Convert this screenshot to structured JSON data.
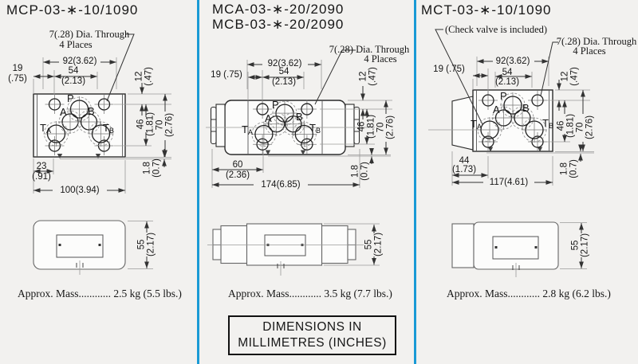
{
  "page": {
    "background": "#f2f1ef",
    "divider_color": "#1a9ad5"
  },
  "ports": {
    "p": "P",
    "a": "A",
    "b": "B",
    "t": "T",
    "sub_a": "A",
    "sub_b": "B"
  },
  "columns": [
    {
      "titles": [
        "MCP-03-∗-10/1090"
      ],
      "note": "",
      "callout": {
        "l1": "7(.28) Dia. Through",
        "l2": "4 Places"
      },
      "dims": {
        "outer": "92(3.62)",
        "edge1": "19",
        "edge2": "(.75)",
        "inner_mm": "54",
        "inner_in": "(2.13)",
        "top_mm": "12",
        "top_in": "(.47)",
        "holes_mm": "46",
        "holes_in": "(1.81)",
        "height_mm": "70",
        "height_in": "(2.76)",
        "lip_mm": "1.8",
        "lip_in": "(0.7)",
        "off_mm": "23",
        "off_in": "(.91)",
        "total": "100(3.94)",
        "side_mm": "55",
        "side_in": "(2.17)"
      },
      "mass": "Approx. Mass............ 2.5 kg (5.5 lbs.)"
    },
    {
      "titles": [
        "MCA-03-∗-20/2090",
        "MCB-03-∗-20/2090"
      ],
      "note": "",
      "callout": {
        "l1": "7(.28) Dia. Through",
        "l2": "4 Places"
      },
      "dims": {
        "outer": "92(3.62)",
        "edge1": "19 (.75)",
        "edge2": "",
        "inner_mm": "54",
        "inner_in": "(2.13)",
        "top_mm": "12",
        "top_in": "(.47)",
        "holes_mm": "46",
        "holes_in": "(1.81)",
        "height_mm": "70",
        "height_in": "(2.76)",
        "lip_mm": "1.8",
        "lip_in": "(0.7)",
        "off_mm": "60",
        "off_in": "(2.36)",
        "total": "174(6.85)",
        "side_mm": "55",
        "side_in": "(2.17)"
      },
      "mass": "Approx. Mass............ 3.5 kg (7.7 lbs.)"
    },
    {
      "titles": [
        "MCT-03-∗-10/1090"
      ],
      "note": "(Check valve is included)",
      "callout": {
        "l1": "7(.28) Dia. Through",
        "l2": "4 Places"
      },
      "dims": {
        "outer": "92(3.62)",
        "edge1": "19 (.75)",
        "edge2": "",
        "inner_mm": "54",
        "inner_in": "(2.13)",
        "top_mm": "12",
        "top_in": "(.47)",
        "holes_mm": "46",
        "holes_in": "(1.81)",
        "height_mm": "70",
        "height_in": "(2.76)",
        "lip_mm": "1.8",
        "lip_in": "(0.7)",
        "off_mm": "44",
        "off_in": "(1.73)",
        "total": "117(4.61)",
        "side_mm": "55",
        "side_in": "(2.17)"
      },
      "mass": "Approx. Mass............ 2.8 kg (6.2 lbs.)"
    }
  ],
  "footer_box": {
    "l1": "DIMENSIONS IN",
    "l2": "MILLIMETRES (INCHES)"
  }
}
